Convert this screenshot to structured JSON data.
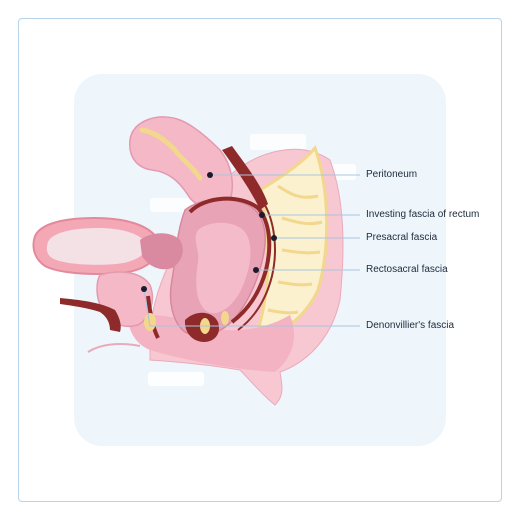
{
  "labels": {
    "peritoneum": "Peritoneum",
    "investing_fascia": "Investing fascia of rectum",
    "presacral_fascia": "Presacral fascia",
    "rectosacral_fascia": "Rectosacral fascia",
    "denonvillier_fascia": "Denonvillier's fascia"
  },
  "colors": {
    "frame_border": "#b8d4ea",
    "panel_bg": "#eef6fc",
    "leader_line": "#a9c6de",
    "dot": "#1b1b2b",
    "tissue_pink": "#f4b8c6",
    "rectum_pink": "#e9a3b6",
    "fascia_maroon": "#8e2a2a",
    "sacrum_cream": "#fbf1cf",
    "sacrum_yellow": "#f2d78c"
  }
}
